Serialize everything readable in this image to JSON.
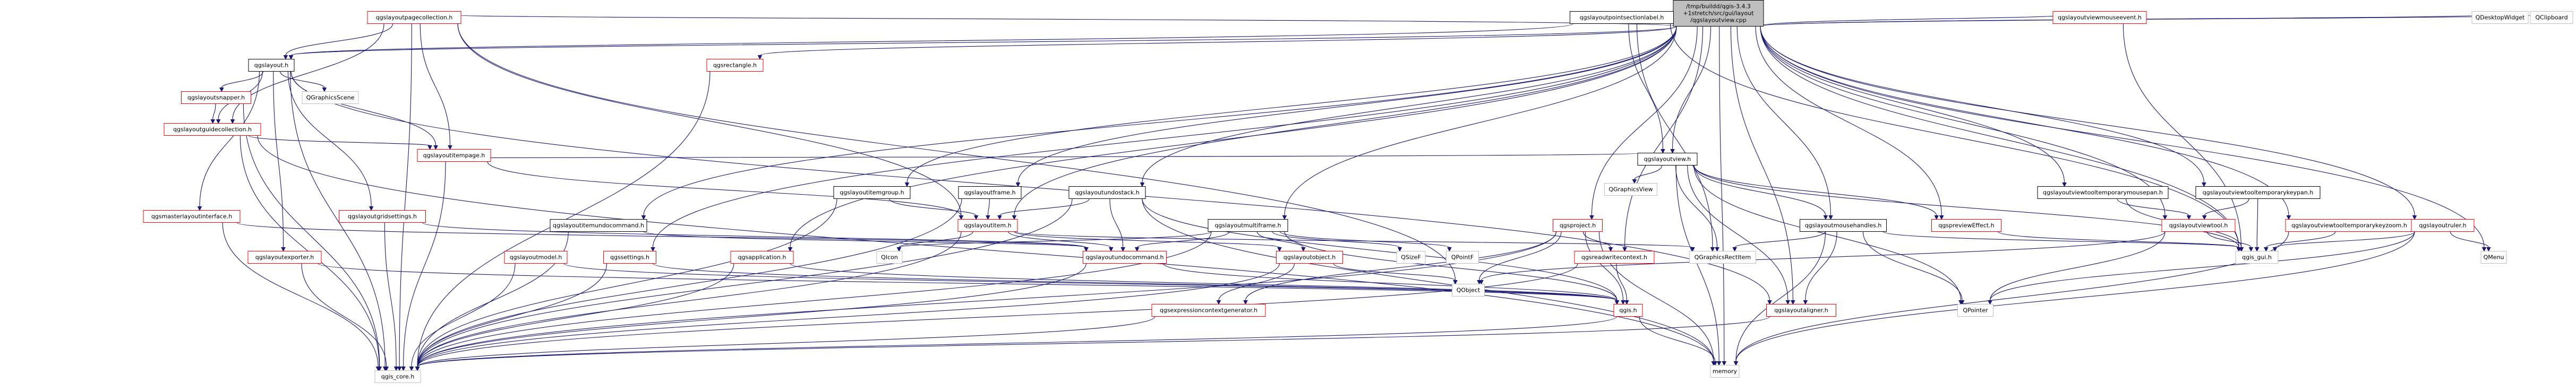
{
  "colors": {
    "edge": "#191970",
    "normal_border": "#000000",
    "documented_border": "#bfbfbf",
    "undocumented_border": "#ff0000",
    "root_fill": "#bfbfbf",
    "node_fill": "#ffffff"
  },
  "nodes": [
    {
      "id": "root",
      "lines": [
        "/tmp/buildd/qgis-3.4.3",
        "+1stretch/src/gui/layout",
        "/qgslayoutview.cpp"
      ],
      "kind": "root"
    },
    {
      "id": "qgslayoutpagecollection",
      "lines": [
        "qgslayoutpagecollection.h"
      ],
      "kind": "red"
    },
    {
      "id": "qgslayoutpointsectionlabel",
      "lines": [
        "qgslayoutpointsectionlabel.h"
      ],
      "kind": "black"
    },
    {
      "id": "qgslayoutviewmouseevent",
      "lines": [
        "qgslayoutviewmouseevent.h"
      ],
      "kind": "red"
    },
    {
      "id": "qdesktopwidget",
      "lines": [
        "QDesktopWidget"
      ],
      "kind": "gray"
    },
    {
      "id": "qclipboard",
      "lines": [
        "QClipboard"
      ],
      "kind": "gray"
    },
    {
      "id": "qgslayout",
      "lines": [
        "qgslayout.h"
      ],
      "kind": "black"
    },
    {
      "id": "qgsrectangle",
      "lines": [
        "qgsrectangle.h"
      ],
      "kind": "red"
    },
    {
      "id": "qgslayoutsnapper",
      "lines": [
        "qgslayoutsnapper.h"
      ],
      "kind": "red"
    },
    {
      "id": "qgraphicsscene",
      "lines": [
        "QGraphicsScene"
      ],
      "kind": "gray"
    },
    {
      "id": "qgslayoutguidecollection",
      "lines": [
        "qgslayoutguidecollection.h"
      ],
      "kind": "red"
    },
    {
      "id": "qgslayoutview",
      "lines": [
        "qgslayoutview.h"
      ],
      "kind": "black"
    },
    {
      "id": "qgslayoutitempage",
      "lines": [
        "qgslayoutitempage.h"
      ],
      "kind": "red"
    },
    {
      "id": "qgraphicsview",
      "lines": [
        "QGraphicsView"
      ],
      "kind": "gray"
    },
    {
      "id": "qgslayoutitemgroup",
      "lines": [
        "qgslayoutitemgroup.h"
      ],
      "kind": "black"
    },
    {
      "id": "qgslayoutframe",
      "lines": [
        "qgslayoutframe.h"
      ],
      "kind": "black"
    },
    {
      "id": "qgslayoutundostack",
      "lines": [
        "qgslayoutundostack.h"
      ],
      "kind": "black"
    },
    {
      "id": "qgslayoutviewtooltemporarymousepan",
      "lines": [
        "qgslayoutviewtooltemporarymousepan.h"
      ],
      "kind": "black"
    },
    {
      "id": "qgslayoutviewtooltemporarykeypan",
      "lines": [
        "qgslayoutviewtooltemporarykeypan.h"
      ],
      "kind": "black"
    },
    {
      "id": "qgsmasterlayoutinterface",
      "lines": [
        "qgsmasterlayoutinterface.h"
      ],
      "kind": "red"
    },
    {
      "id": "qgslayoutgridsettings",
      "lines": [
        "qgslayoutgridsettings.h"
      ],
      "kind": "red"
    },
    {
      "id": "qgslayoutitem",
      "lines": [
        "qgslayoutitem.h"
      ],
      "kind": "red"
    },
    {
      "id": "qgslayoutitemundocommand",
      "lines": [
        "qgslayoutitemundocommand.h"
      ],
      "kind": "black"
    },
    {
      "id": "qgslayoutmultiframe",
      "lines": [
        "qgslayoutmultiframe.h"
      ],
      "kind": "black"
    },
    {
      "id": "qgsproject",
      "lines": [
        "qgsproject.h"
      ],
      "kind": "red"
    },
    {
      "id": "qgslayoutmousehandles",
      "lines": [
        "qgslayoutmousehandles.h"
      ],
      "kind": "black"
    },
    {
      "id": "qgspreviewquad",
      "lines": [
        "qgspreviewEffect.h"
      ],
      "kind": "red"
    },
    {
      "id": "qgslayoutviewtool",
      "lines": [
        "qgslayoutviewtool.h"
      ],
      "kind": "red"
    },
    {
      "id": "qgslayoutviewtooltemporarykeyzoom",
      "lines": [
        "qgslayoutviewtooltemporarykeyzoom.h"
      ],
      "kind": "red"
    },
    {
      "id": "qgslayoutruler",
      "lines": [
        "qgslayoutruler.h"
      ],
      "kind": "red"
    },
    {
      "id": "qgslayoutexporter",
      "lines": [
        "qgslayoutexporter.h"
      ],
      "kind": "red"
    },
    {
      "id": "qicon",
      "lines": [
        "QIcon"
      ],
      "kind": "gray"
    },
    {
      "id": "qgslayoutmodel",
      "lines": [
        "qgslayoutmodel.h"
      ],
      "kind": "red"
    },
    {
      "id": "qgssettings",
      "lines": [
        "qgssettings.h"
      ],
      "kind": "red"
    },
    {
      "id": "qgsapplication",
      "lines": [
        "qgsapplication.h"
      ],
      "kind": "red"
    },
    {
      "id": "qgslayoutundocommand",
      "lines": [
        "qgslayoutundocommand.h"
      ],
      "kind": "red"
    },
    {
      "id": "qgslayoutobject",
      "lines": [
        "qgslayoutobject.h"
      ],
      "kind": "red"
    },
    {
      "id": "qsizef",
      "lines": [
        "QSizeF"
      ],
      "kind": "gray"
    },
    {
      "id": "qpointf",
      "lines": [
        "QPointF"
      ],
      "kind": "gray"
    },
    {
      "id": "qgsreadwritecontext",
      "lines": [
        "qgsreadwritecontext.h"
      ],
      "kind": "red"
    },
    {
      "id": "qgraphicsrectitem",
      "lines": [
        "QGraphicsRectItem"
      ],
      "kind": "gray"
    },
    {
      "id": "qgis_gui",
      "lines": [
        "qgis_gui.h"
      ],
      "kind": "gray"
    },
    {
      "id": "qmenu",
      "lines": [
        "QMenu"
      ],
      "kind": "gray"
    },
    {
      "id": "qobject",
      "lines": [
        "QObject"
      ],
      "kind": "gray"
    },
    {
      "id": "qgsexpressioncontextgenerator",
      "lines": [
        "qgsexpressioncontextgenerator.h"
      ],
      "kind": "red"
    },
    {
      "id": "qgis",
      "lines": [
        "qgis.h"
      ],
      "kind": "red"
    },
    {
      "id": "qgslayoutaligner",
      "lines": [
        "qgslayoutaligner.h"
      ],
      "kind": "red"
    },
    {
      "id": "qpointer",
      "lines": [
        "QPointer"
      ],
      "kind": "gray"
    },
    {
      "id": "qgis_core",
      "lines": [
        "qgis_core.h"
      ],
      "kind": "gray"
    },
    {
      "id": "memory",
      "lines": [
        "memory"
      ],
      "kind": "gray"
    }
  ],
  "edges": [
    [
      "root",
      "qgslayoutpagecollection"
    ],
    [
      "root",
      "qgslayoutpointsectionlabel"
    ],
    [
      "root",
      "qgslayoutviewmouseevent"
    ],
    [
      "root",
      "qdesktopwidget"
    ],
    [
      "root",
      "qclipboard"
    ],
    [
      "root",
      "qgslayout"
    ],
    [
      "root",
      "qgsrectangle"
    ],
    [
      "root",
      "qgslayoutview"
    ],
    [
      "root",
      "qgslayoutitemgroup"
    ],
    [
      "root",
      "qgslayoutframe"
    ],
    [
      "root",
      "qgslayoutundostack"
    ],
    [
      "root",
      "qgslayoutviewtooltemporarymousepan"
    ],
    [
      "root",
      "qgslayoutviewtooltemporarykeypan"
    ],
    [
      "root",
      "qgslayoutitemundocommand"
    ],
    [
      "root",
      "qgslayoutmultiframe"
    ],
    [
      "root",
      "qgsproject"
    ],
    [
      "root",
      "qgslayoutmousehandles"
    ],
    [
      "root",
      "qgspreviewquad"
    ],
    [
      "root",
      "qgslayoutviewtool"
    ],
    [
      "root",
      "qgslayoutviewtooltemporarykeyzoom"
    ],
    [
      "root",
      "qgslayoutruler"
    ],
    [
      "root",
      "qgssettings"
    ],
    [
      "root",
      "qgsapplication"
    ],
    [
      "root",
      "qgsreadwritecontext"
    ],
    [
      "root",
      "qgis_gui"
    ],
    [
      "root",
      "qmenu"
    ],
    [
      "root",
      "memory"
    ],
    [
      "root",
      "qgslayoutaligner"
    ],
    [
      "root",
      "qgslayoutitem"
    ],
    [
      "qgslayoutpagecollection",
      "qgslayout"
    ],
    [
      "qgslayoutpagecollection",
      "qgslayoutitempage"
    ],
    [
      "qgslayoutpagecollection",
      "qgslayoutitem"
    ],
    [
      "qgslayoutpagecollection",
      "qgis_core"
    ],
    [
      "qgslayoutpagecollection",
      "qgslayoutguidecollection"
    ],
    [
      "qgslayoutpagecollection",
      "qobject"
    ],
    [
      "qgslayoutpointsectionlabel",
      "qgslayout"
    ],
    [
      "qgslayoutpointsectionlabel",
      "qgis_gui"
    ],
    [
      "qgslayoutpointsectionlabel",
      "qgslayoutview"
    ],
    [
      "qgslayoutpointsectionlabel",
      "qgraphicsrectitem"
    ],
    [
      "qgslayoutviewmouseevent",
      "qgis_gui"
    ],
    [
      "qgslayout",
      "qgraphicsscene"
    ],
    [
      "qgslayout",
      "qgslayoutsnapper"
    ],
    [
      "qgslayout",
      "qgslayoutguidecollection"
    ],
    [
      "qgslayout",
      "qgis_core"
    ],
    [
      "qgslayout",
      "qgsmasterlayoutinterface"
    ],
    [
      "qgslayout",
      "qgslayoutgridsettings"
    ],
    [
      "qgslayout",
      "qgslayoutexporter"
    ],
    [
      "qgslayout",
      "qgslayoutitempage"
    ],
    [
      "qgslayout",
      "qgslayoutaligner"
    ],
    [
      "qgslayoutsnapper",
      "qgslayoutguidecollection"
    ],
    [
      "qgslayoutsnapper",
      "qgis_core"
    ],
    [
      "qgslayoutguidecollection",
      "qgslayoutitempage"
    ],
    [
      "qgslayoutguidecollection",
      "qgis_core"
    ],
    [
      "qgslayoutguidecollection",
      "memory"
    ],
    [
      "qgsrectangle",
      "qgis_core"
    ],
    [
      "qgslayoutview",
      "qgslayoutitempage"
    ],
    [
      "qgslayoutview",
      "qgraphicsview"
    ],
    [
      "qgslayoutview",
      "qgis_gui"
    ],
    [
      "qgslayoutview",
      "qgspreviewquad"
    ],
    [
      "qgslayoutview",
      "qgslayoutaligner"
    ],
    [
      "qgslayoutview",
      "qpointer"
    ],
    [
      "qgslayoutview",
      "qgslayoutmousehandles"
    ],
    [
      "qgslayoutview",
      "qgraphicsrectitem"
    ],
    [
      "qgslayoutview",
      "memory"
    ],
    [
      "qgslayoutitempage",
      "qgslayoutitem"
    ],
    [
      "qgslayoutitempage",
      "qgis_core"
    ],
    [
      "qgslayoutitemgroup",
      "qgslayoutitem"
    ],
    [
      "qgslayoutitemgroup",
      "qgis_core"
    ],
    [
      "qgslayoutframe",
      "qgslayoutitem"
    ],
    [
      "qgslayoutframe",
      "qgis_core"
    ],
    [
      "qgslayoutundostack",
      "qgslayoutitem"
    ],
    [
      "qgslayoutundostack",
      "qgslayoutundocommand"
    ],
    [
      "qgslayoutundostack",
      "qgis_core"
    ],
    [
      "qgslayoutundostack",
      "qgis"
    ],
    [
      "qgslayoutundostack",
      "memory"
    ],
    [
      "qgslayoutviewtooltemporarymousepan",
      "qgslayoutviewtool"
    ],
    [
      "qgslayoutviewtooltemporarymousepan",
      "qgis_gui"
    ],
    [
      "qgslayoutviewtooltemporarykeypan",
      "qgslayoutviewtool"
    ],
    [
      "qgslayoutviewtooltemporarykeypan",
      "qgis_gui"
    ],
    [
      "qgsmasterlayoutinterface",
      "qgis_core"
    ],
    [
      "qgsmasterlayoutinterface",
      "qgslayoutundocommand"
    ],
    [
      "qgslayoutgridsettings",
      "qgslayoutundocommand"
    ],
    [
      "qgslayoutgridsettings",
      "qgis_core"
    ],
    [
      "qgslayoutitem",
      "qgslayoutobject"
    ],
    [
      "qgslayoutitem",
      "qgslayoutundocommand"
    ],
    [
      "qgslayoutitem",
      "qicon"
    ],
    [
      "qgslayoutitem",
      "qgraphicsrectitem"
    ],
    [
      "qgslayoutitem",
      "qgis_core"
    ],
    [
      "qgslayoutitemundocommand",
      "qgslayoutundocommand"
    ],
    [
      "qgslayoutitemundocommand",
      "qgis_core"
    ],
    [
      "qgslayoutmultiframe",
      "qgslayoutobject"
    ],
    [
      "qgslayoutmultiframe",
      "qgslayoutundocommand"
    ],
    [
      "qgslayoutmultiframe",
      "qsizef"
    ],
    [
      "qgslayoutmultiframe",
      "qpointf"
    ],
    [
      "qgslayoutmultiframe",
      "qicon"
    ],
    [
      "qgslayoutmultiframe",
      "qgis_core"
    ],
    [
      "qgslayoutmultiframe",
      "qgis"
    ],
    [
      "qgsproject",
      "qgsreadwritecontext"
    ],
    [
      "qgsproject",
      "qgis"
    ],
    [
      "qgsproject",
      "qgis_core"
    ],
    [
      "qgsproject",
      "qobject"
    ],
    [
      "qgsproject",
      "memory"
    ],
    [
      "qgsproject",
      "qgsexpressioncontextgenerator"
    ],
    [
      "qgslayoutmousehandles",
      "qgis_gui"
    ],
    [
      "qgslayoutmousehandles",
      "qgraphicsrectitem"
    ],
    [
      "qgslayoutmousehandles",
      "qpointer"
    ],
    [
      "qgslayoutmousehandles",
      "memory"
    ],
    [
      "qgslayoutmousehandles",
      "qgslayoutaligner"
    ],
    [
      "qgspreviewquad",
      "qgis_gui"
    ],
    [
      "qgslayoutviewtool",
      "qgis_gui"
    ],
    [
      "qgslayoutviewtool",
      "qpointer"
    ],
    [
      "qgslayoutviewtool",
      "qobject"
    ],
    [
      "qgslayoutviewtooltemporarykeyzoom",
      "qgis_gui"
    ],
    [
      "qgslayoutviewtooltemporarykeyzoom",
      "memory"
    ],
    [
      "qgslayoutruler",
      "qmenu"
    ],
    [
      "qgslayoutruler",
      "qgis_gui"
    ],
    [
      "qgslayoutruler",
      "qpointer"
    ],
    [
      "qgslayoutruler",
      "memory"
    ],
    [
      "qgslayoutexporter",
      "qgis_core"
    ],
    [
      "qgslayoutexporter",
      "qgis"
    ],
    [
      "qgslayoutmodel",
      "qgis_core"
    ],
    [
      "qgslayoutmodel",
      "qgis"
    ],
    [
      "qgssettings",
      "qgis_core"
    ],
    [
      "qgssettings",
      "qgis"
    ],
    [
      "qgsapplication",
      "qgis_core"
    ],
    [
      "qgsapplication",
      "qgis"
    ],
    [
      "qgslayoutundocommand",
      "qgis_core"
    ],
    [
      "qgslayoutundocommand",
      "qgis"
    ],
    [
      "qgslayoutobject",
      "qgis_core"
    ],
    [
      "qgslayoutobject",
      "qobject"
    ],
    [
      "qgslayoutobject",
      "qgsexpressioncontextgenerator"
    ],
    [
      "qgsreadwritecontext",
      "qgis"
    ],
    [
      "qgsreadwritecontext",
      "qgis_core"
    ],
    [
      "qgsexpressioncontextgenerator",
      "qgis_core"
    ],
    [
      "qgis",
      "qgis_core"
    ],
    [
      "qgis",
      "memory"
    ],
    [
      "qgslayoutaligner",
      "qgis_core"
    ]
  ]
}
